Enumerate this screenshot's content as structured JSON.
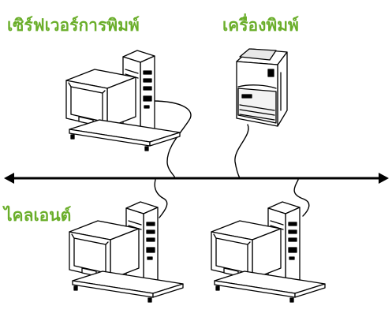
{
  "labels": {
    "print_server": "เซิร์ฟเวอร์การพิมพ์",
    "printer": "เครื่องพิมพ์",
    "clients": "ไคลเอนต์"
  },
  "icons": [
    "desktop-computer-icon",
    "laser-printer-icon",
    "network-line",
    "cable-line"
  ],
  "colors": {
    "label": "#6aae2a",
    "line": "#000000",
    "fill": "#ffffff"
  }
}
